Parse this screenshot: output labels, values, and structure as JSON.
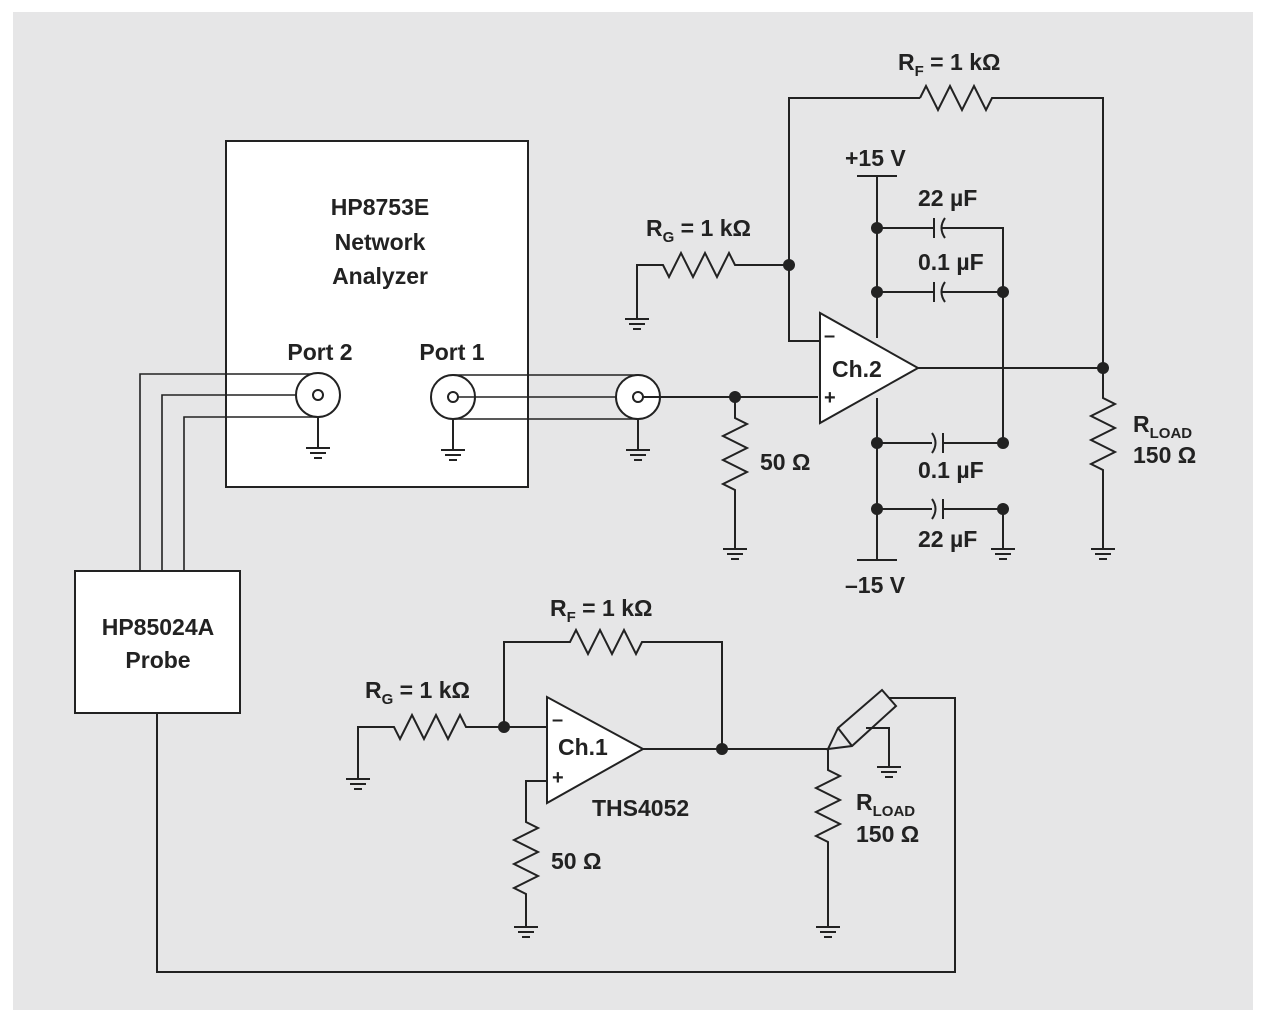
{
  "colors": {
    "background_panel": "#e6e6e7",
    "line": "#222222",
    "box_fill": "#ffffff"
  },
  "analyzer": {
    "line1": "HP8753E",
    "line2": "Network",
    "line3": "Analyzer",
    "port2": "Port 2",
    "port1": "Port 1"
  },
  "probe_box": {
    "line1": "HP85024A",
    "line2": "Probe"
  },
  "ch2": {
    "rf_main": "R",
    "rf_sub": "F",
    "rf_val": " = 1 kΩ",
    "rg_main": "R",
    "rg_sub": "G",
    "rg_val": " = 1 kΩ",
    "vpos": "+15 V",
    "vneg": "–15 V",
    "cap_top1": "22 µF",
    "cap_top2": "0.1 µF",
    "cap_bot1": "0.1 µF",
    "cap_bot2": "22 µF",
    "amp_label": "Ch.2",
    "minus": "–",
    "plus": "+",
    "r50": "50 Ω",
    "rload_main": "R",
    "rload_sub": "LOAD",
    "rload_val": "150 Ω"
  },
  "ch1": {
    "rf_main": "R",
    "rf_sub": "F",
    "rf_val": " = 1 kΩ",
    "rg_main": "R",
    "rg_sub": "G",
    "rg_val": " = 1 kΩ",
    "amp_label": "Ch.1",
    "minus": "–",
    "plus": "+",
    "part": "THS4052",
    "r50": "50 Ω",
    "rload_main": "R",
    "rload_sub": "LOAD",
    "rload_val": "150 Ω"
  }
}
